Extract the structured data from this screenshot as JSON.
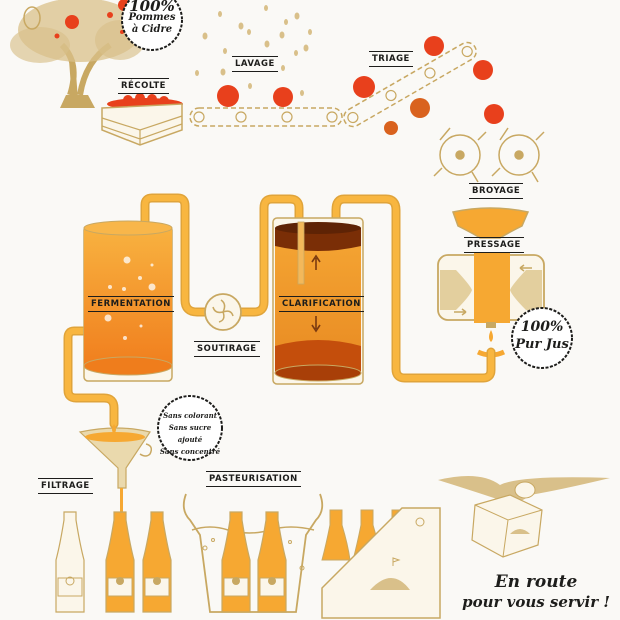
{
  "title": "Cider production process infographic",
  "colors": {
    "background": "#faf9f6",
    "gold": "#c8a862",
    "apple_red": "#e8401c",
    "juice_orange": "#f6a832",
    "dark_cider": "#8a3a0a",
    "ink": "#1d1d1b"
  },
  "steps": {
    "recolte": "RÉCOLTE",
    "lavage": "LAVAGE",
    "triage": "TRIAGE",
    "broyage": "BROYAGE",
    "pressage": "PRESSAGE",
    "fermentation": "FERMENTATION",
    "soutirage": "SOUTIRAGE",
    "clarification": "CLARIFICATION",
    "filtrage": "FILTRAGE",
    "pasteurisation": "PASTEURISATION"
  },
  "badges": {
    "pommes": {
      "line1": "100%",
      "line2": "Pommes",
      "line3": "à Cidre"
    },
    "jus": {
      "line1": "100%",
      "line2": "Pur Jus"
    },
    "sans": {
      "line1": "Sans colorant",
      "line2": "Sans sucre ajouté",
      "line3": "Sans concentré"
    }
  },
  "closing": {
    "line1": "En route",
    "line2": "pour vous servir !"
  }
}
